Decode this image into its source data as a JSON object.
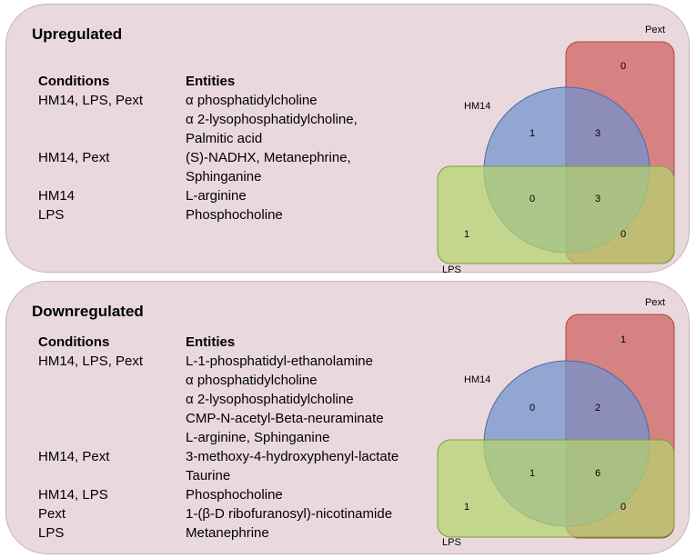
{
  "colors": {
    "panel_bg": "#ead9dc",
    "pext_fill": "#d06060",
    "hm14_fill": "#6f93cf",
    "lps_fill": "#b5d46e"
  },
  "venn_labels": {
    "hm14": "HM14",
    "lps": "LPS",
    "pext": "Pext"
  },
  "panels": [
    {
      "title": "Upregulated",
      "col_conditions": "Conditions",
      "col_entities": "Entities",
      "rows": [
        {
          "condition": "HM14, LPS, Pext",
          "entities": [
            "α phosphatidylcholine",
            "α 2-lysophosphatidylcholine,",
            "Palmitic acid"
          ]
        },
        {
          "condition": "HM14, Pext",
          "entities": [
            "(S)-NADHX, Metanephrine,",
            "Sphinganine"
          ]
        },
        {
          "condition": "HM14",
          "entities": [
            "L-arginine"
          ]
        },
        {
          "condition": "LPS",
          "entities": [
            "Phosphocholine"
          ]
        }
      ],
      "venn": {
        "hm14_only": "1",
        "hm14_pext": "3",
        "pext_only": "0",
        "hm14_lps": "0",
        "all_three": "3",
        "lps_only": "1",
        "lps_pext": "0"
      }
    },
    {
      "title": "Downregulated",
      "col_conditions": "Conditions",
      "col_entities": "Entities",
      "rows": [
        {
          "condition": "HM14, LPS, Pext",
          "entities": [
            "L-1-phosphatidyl-ethanolamine",
            "α phosphatidylcholine",
            "α 2-lysophosphatidylcholine",
            "CMP-N-acetyl-Beta-neuraminate",
            "L-arginine, Sphinganine"
          ]
        },
        {
          "condition": "HM14, Pext",
          "entities": [
            "3-methoxy-4-hydroxyphenyl-lactate",
            "Taurine"
          ]
        },
        {
          "condition": "HM14, LPS",
          "entities": [
            "Phosphocholine"
          ]
        },
        {
          "condition": "Pext",
          "entities": [
            "1-(β-D ribofuranosyl)-nicotinamide"
          ]
        },
        {
          "condition": "LPS",
          "entities": [
            "Metanephrine"
          ]
        }
      ],
      "venn": {
        "hm14_only": "0",
        "hm14_pext": "2",
        "pext_only": "1",
        "hm14_lps": "1",
        "all_three": "6",
        "lps_only": "1",
        "lps_pext": "0"
      }
    }
  ]
}
